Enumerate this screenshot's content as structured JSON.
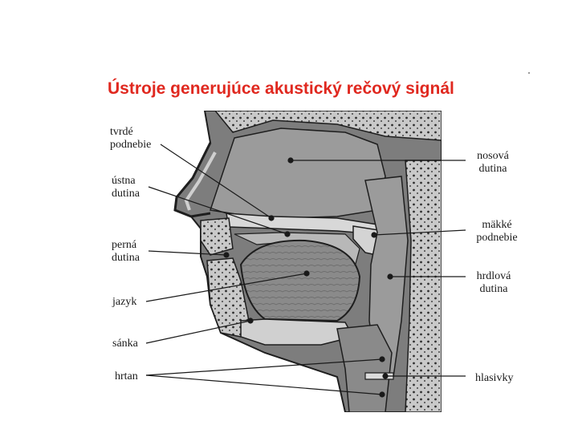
{
  "title": "Ústroje generujúce akustický rečový signál",
  "colors": {
    "title": "#e0281f",
    "tissue_gray": "#7d7d7d",
    "cavity_gray": "#9b9b9b",
    "bone_light": "#d4d4d4",
    "outline": "#1e1e1e"
  },
  "labels": {
    "tvrde_podnebie": [
      "tvrdé",
      "podnebie"
    ],
    "ustna_dutina": [
      "ústna",
      "dutina"
    ],
    "perna_dutina": [
      "perná",
      "dutina"
    ],
    "jazyk": "jazyk",
    "sanka": "sánka",
    "hrtan": "hrtan",
    "nosova_dutina": [
      "nosová",
      "dutina"
    ],
    "makke_podnebie": [
      "mäkké",
      "podnebie"
    ],
    "hrdlova_dutina": [
      "hrdlová",
      "dutina"
    ],
    "hlasivky": "hlasivky"
  }
}
